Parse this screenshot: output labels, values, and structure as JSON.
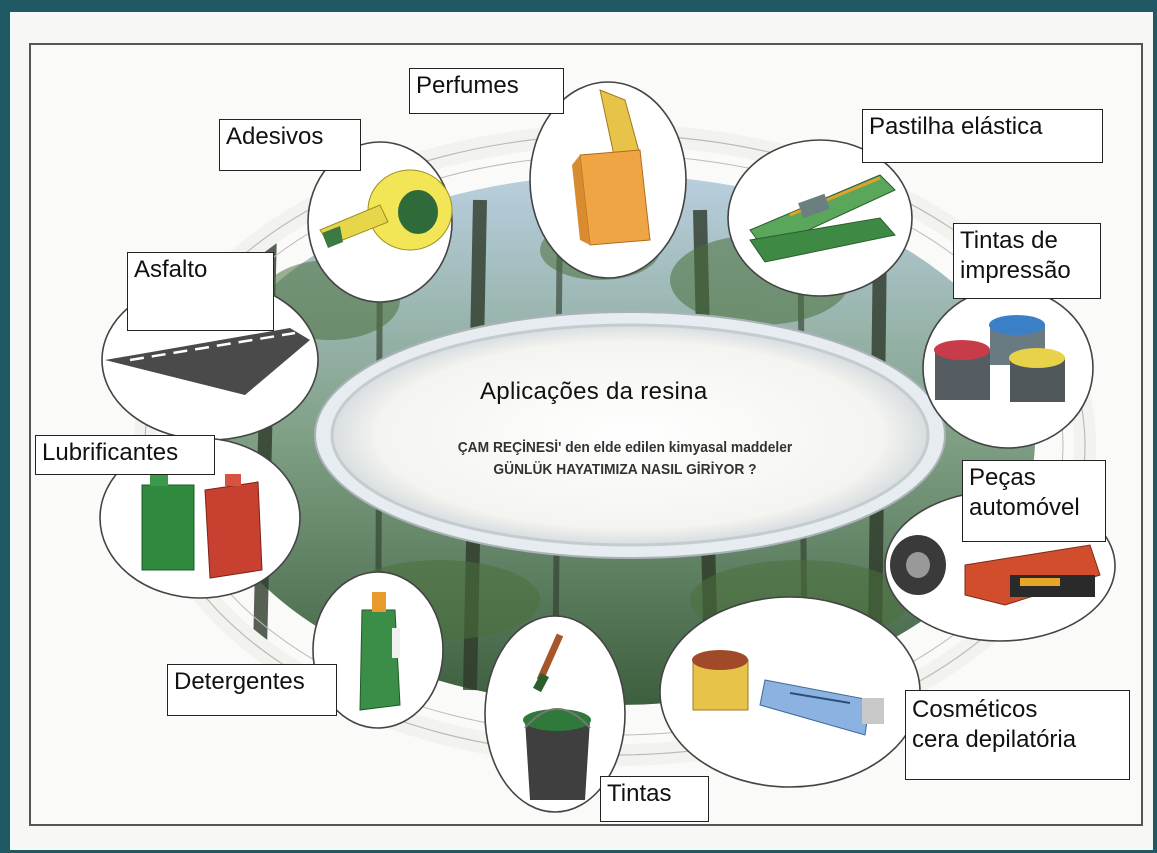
{
  "center": {
    "title": "Aplicações da resina",
    "subtitle_line1": "ÇAM REÇİNESİ' den elde edilen kimyasal maddeler",
    "subtitle_line2": "GÜNLÜK HAYATIMIZA NASIL GİRİYOR ?"
  },
  "labels": {
    "perfumes": "Perfumes",
    "adesivos": "Adesivos",
    "pastilha": "Pastilha elástica",
    "tintas_impressao_1": "Tintas de",
    "tintas_impressao_2": "impressão",
    "asfalto": "Asfalto",
    "lubrificantes": "Lubrificantes",
    "pecas_1": "Peças",
    "pecas_2": "automóvel",
    "detergentes": "Detergentes",
    "tintas": "Tintas",
    "cosmeticos_1": "Cosméticos",
    "cosmeticos_2": "cera depilatória"
  },
  "icons": [
    "perfume-bottle-icon",
    "tape-roll-icon",
    "rubber-strip-icon",
    "ink-cans-icon",
    "road-icon",
    "oil-cans-icon",
    "car-parts-icon",
    "detergent-bottle-icon",
    "paint-bucket-icon",
    "wax-tube-icon"
  ],
  "colors": {
    "page_bg": "#1f5a64",
    "forest": "#4f7a5a",
    "ring": "#f2f2ee"
  }
}
